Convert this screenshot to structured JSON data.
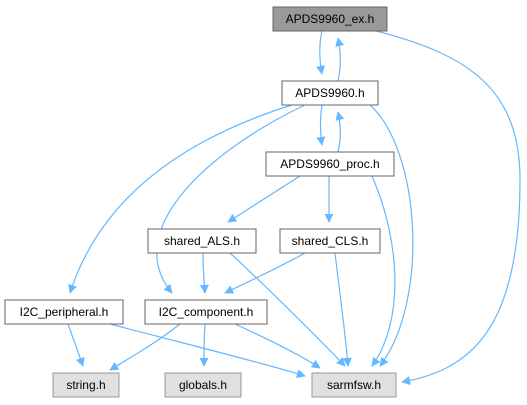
{
  "graph": {
    "edge_color": "#63b8ff",
    "nodes": [
      {
        "id": "apds9960_ex_h",
        "label": "APDS9960_ex.h",
        "style": "current",
        "fill": "#999999",
        "stroke": "#666666"
      },
      {
        "id": "apds9960_h",
        "label": "APDS9960.h",
        "style": "normal",
        "fill": "#ffffff",
        "stroke": "#666666"
      },
      {
        "id": "apds9960_proc_h",
        "label": "APDS9960_proc.h",
        "style": "normal",
        "fill": "#ffffff",
        "stroke": "#666666"
      },
      {
        "id": "shared_als_h",
        "label": "shared_ALS.h",
        "style": "normal",
        "fill": "#ffffff",
        "stroke": "#666666"
      },
      {
        "id": "shared_cls_h",
        "label": "shared_CLS.h",
        "style": "normal",
        "fill": "#ffffff",
        "stroke": "#666666"
      },
      {
        "id": "i2c_peripheral_h",
        "label": "I2C_peripheral.h",
        "style": "normal",
        "fill": "#ffffff",
        "stroke": "#666666"
      },
      {
        "id": "i2c_component_h",
        "label": "I2C_component.h",
        "style": "normal",
        "fill": "#ffffff",
        "stroke": "#666666"
      },
      {
        "id": "string_h",
        "label": "string.h",
        "style": "external",
        "fill": "#e0e0e0",
        "stroke": "#999999"
      },
      {
        "id": "globals_h",
        "label": "globals.h",
        "style": "external",
        "fill": "#e0e0e0",
        "stroke": "#999999"
      },
      {
        "id": "sarmfsw_h",
        "label": "sarmfsw.h",
        "style": "external",
        "fill": "#e0e0e0",
        "stroke": "#999999"
      }
    ],
    "edges": [
      {
        "from": "apds9960_ex_h",
        "to": "apds9960_h"
      },
      {
        "from": "apds9960_h",
        "to": "apds9960_ex_h"
      },
      {
        "from": "apds9960_ex_h",
        "to": "sarmfsw_h"
      },
      {
        "from": "apds9960_h",
        "to": "apds9960_proc_h"
      },
      {
        "from": "apds9960_proc_h",
        "to": "apds9960_h"
      },
      {
        "from": "apds9960_h",
        "to": "i2c_peripheral_h"
      },
      {
        "from": "apds9960_h",
        "to": "i2c_component_h"
      },
      {
        "from": "apds9960_h",
        "to": "sarmfsw_h"
      },
      {
        "from": "apds9960_proc_h",
        "to": "shared_als_h"
      },
      {
        "from": "apds9960_proc_h",
        "to": "shared_cls_h"
      },
      {
        "from": "apds9960_proc_h",
        "to": "sarmfsw_h"
      },
      {
        "from": "shared_als_h",
        "to": "i2c_component_h"
      },
      {
        "from": "shared_als_h",
        "to": "sarmfsw_h"
      },
      {
        "from": "shared_cls_h",
        "to": "i2c_component_h"
      },
      {
        "from": "shared_cls_h",
        "to": "sarmfsw_h"
      },
      {
        "from": "i2c_peripheral_h",
        "to": "string_h"
      },
      {
        "from": "i2c_peripheral_h",
        "to": "sarmfsw_h"
      },
      {
        "from": "i2c_component_h",
        "to": "string_h"
      },
      {
        "from": "i2c_component_h",
        "to": "globals_h"
      },
      {
        "from": "i2c_component_h",
        "to": "sarmfsw_h"
      }
    ]
  }
}
